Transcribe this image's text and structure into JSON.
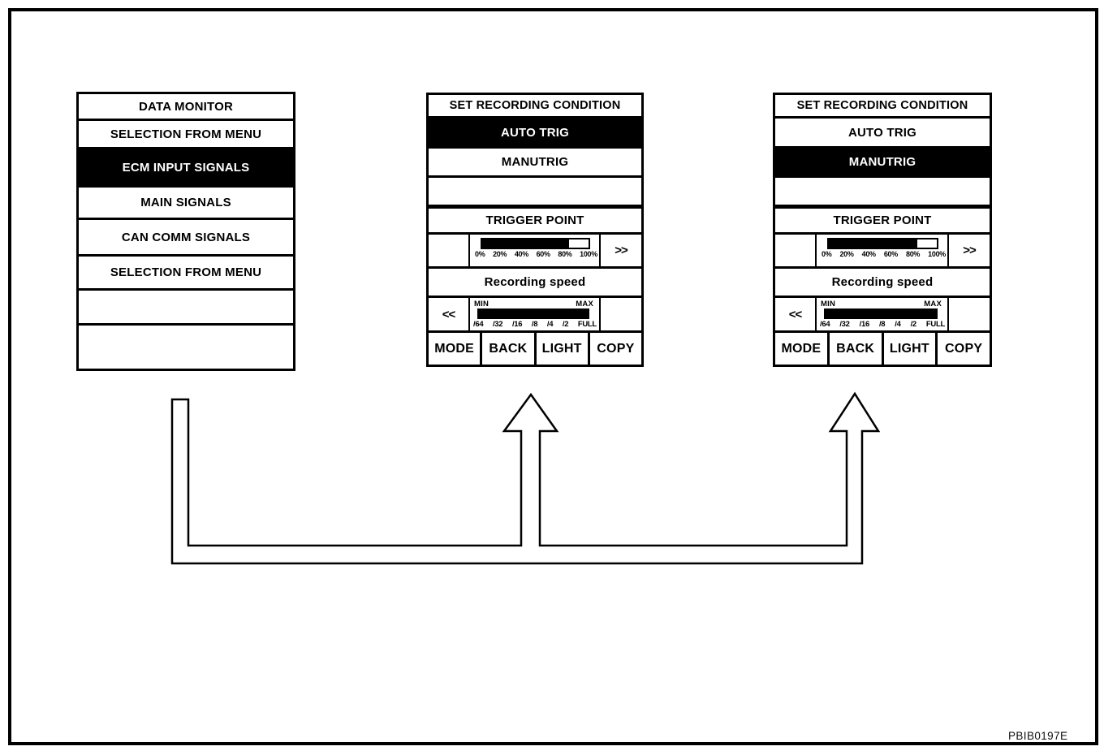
{
  "figure_code": "PBIB0197E",
  "data_monitor": {
    "title": "DATA MONITOR",
    "menu_items": [
      "SELECTION FROM MENU",
      "ECM INPUT SIGNALS",
      "MAIN SIGNALS",
      "CAN COMM SIGNALS",
      "SELECTION FROM MENU"
    ],
    "selected_item": "ECM INPUT SIGNALS"
  },
  "recording_panels": [
    {
      "title": "SET RECORDING CONDITION",
      "options": [
        "AUTO TRIG",
        "MANUTRIG"
      ],
      "selected_option": "AUTO TRIG",
      "trigger_point": {
        "label": "TRIGGER POINT",
        "fill_percent": 82,
        "scale": [
          "0%",
          "20%",
          "40%",
          "60%",
          "80%",
          "100%"
        ],
        "forward_button": ">>"
      },
      "recording_speed": {
        "label": "Recording speed",
        "min_label": "MIN",
        "max_label": "MAX",
        "fill_percent": 100,
        "scale": [
          "/64",
          "/32",
          "/16",
          "/8",
          "/4",
          "/2",
          "FULL"
        ],
        "back_button": "<<"
      },
      "function_keys": [
        "MODE",
        "BACK",
        "LIGHT",
        "COPY"
      ]
    },
    {
      "title": "SET RECORDING CONDITION",
      "options": [
        "AUTO TRIG",
        "MANUTRIG"
      ],
      "selected_option": "MANUTRIG",
      "trigger_point": {
        "label": "TRIGGER POINT",
        "fill_percent": 82,
        "scale": [
          "0%",
          "20%",
          "40%",
          "60%",
          "80%",
          "100%"
        ],
        "forward_button": ">>"
      },
      "recording_speed": {
        "label": "Recording speed",
        "min_label": "MIN",
        "max_label": "MAX",
        "fill_percent": 100,
        "scale": [
          "/64",
          "/32",
          "/16",
          "/8",
          "/4",
          "/2",
          "FULL"
        ],
        "back_button": "<<"
      },
      "function_keys": [
        "MODE",
        "BACK",
        "LIGHT",
        "COPY"
      ]
    }
  ],
  "colors": {
    "foreground": "#000000",
    "background": "#ffffff",
    "selected_row_bg": "#000000",
    "selected_row_text": "#ffffff"
  }
}
